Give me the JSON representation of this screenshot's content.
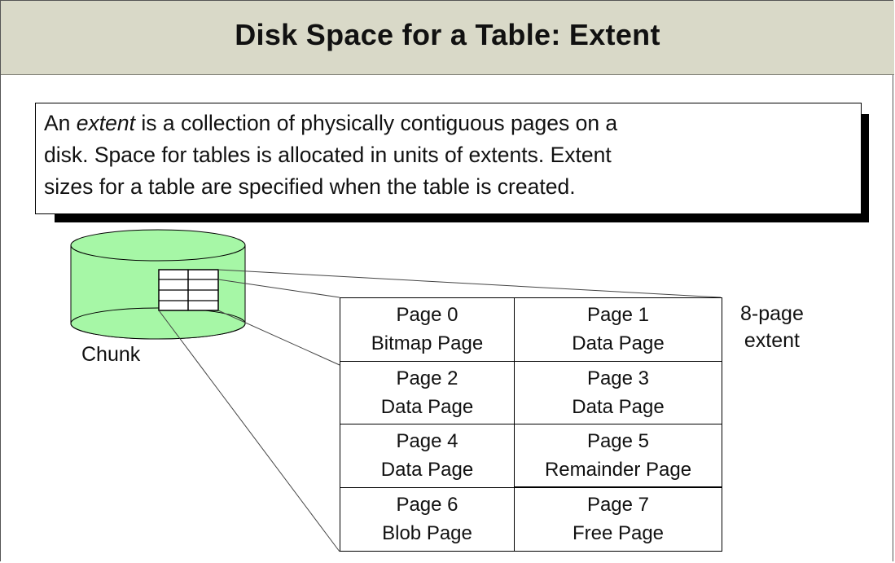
{
  "title": "Disk Space for a Table: Extent",
  "definition": {
    "prefix": "An ",
    "term": "extent",
    "line1_rest": " is a collection of physically contiguous pages on a",
    "line2": "disk. Space for tables is allocated in units of extents. Extent",
    "line3": "sizes for a table are specified when the table is created."
  },
  "chunk": {
    "label": "Chunk",
    "fill_color": "#a6f7a6"
  },
  "extent": {
    "label_line1": "8-page",
    "label_line2": "extent",
    "pages": [
      {
        "name": "Page 0",
        "type": "Bitmap Page"
      },
      {
        "name": "Page 1",
        "type": "Data Page"
      },
      {
        "name": "Page 2",
        "type": "Data Page"
      },
      {
        "name": "Page 3",
        "type": "Data Page"
      },
      {
        "name": "Page 4",
        "type": "Data Page"
      },
      {
        "name": "Page 5",
        "type": "Remainder Page"
      },
      {
        "name": "Page 6",
        "type": "Blob Page"
      },
      {
        "name": "Page 7",
        "type": "Free Page"
      }
    ]
  }
}
